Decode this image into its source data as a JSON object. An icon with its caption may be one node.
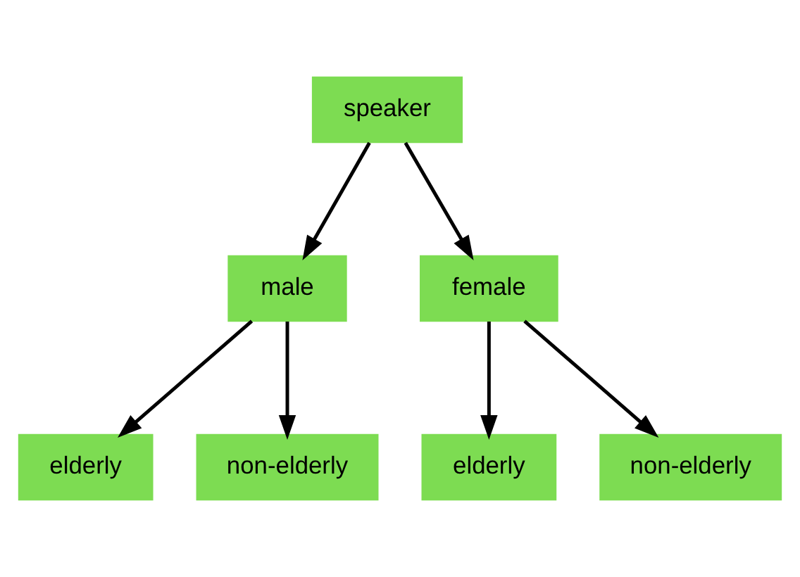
{
  "diagram": {
    "nodes": [
      {
        "text": [
          "speaker"
        ]
      },
      {
        "text": [
          "male"
        ]
      },
      {
        "text": [
          "female"
        ]
      },
      {
        "text": [
          "elderly"
        ]
      },
      {
        "text": [
          "non-elderly"
        ]
      },
      {
        "text": [
          "elderly"
        ]
      },
      {
        "text": [
          "non-elderly"
        ]
      }
    ],
    "edges": [
      {
        "from": 0,
        "to": 1,
        "arrow": "to"
      },
      {
        "from": 0,
        "to": 2,
        "arrow": "to"
      },
      {
        "from": 1,
        "to": 3,
        "arrow": "to"
      },
      {
        "from": 1,
        "to": 4,
        "arrow": "to"
      },
      {
        "from": 2,
        "to": 5,
        "arrow": "to"
      },
      {
        "from": 2,
        "to": 6,
        "arrow": "to"
      }
    ]
  }
}
